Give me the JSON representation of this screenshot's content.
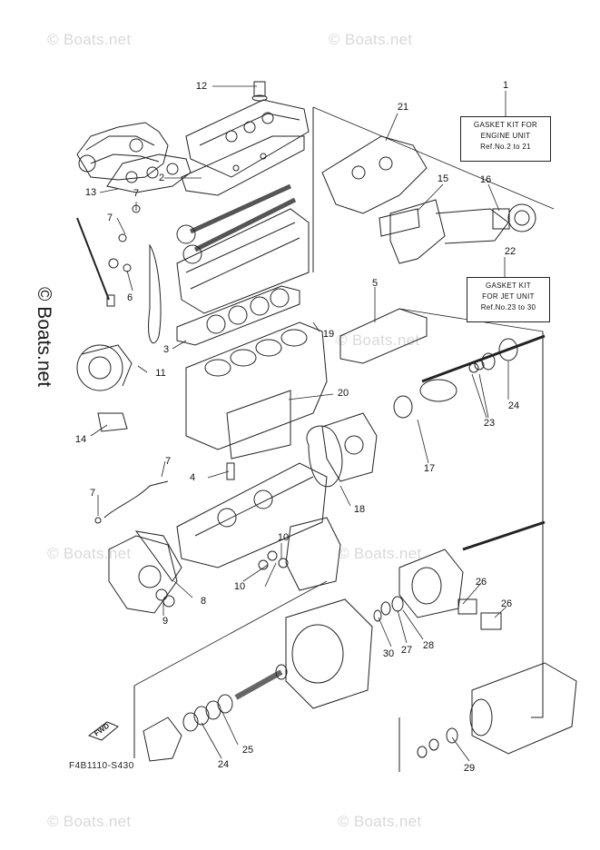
{
  "watermarks": {
    "text": "© Boats.net",
    "large_text": "© Boats.net"
  },
  "kits": {
    "engine": {
      "line1": "GASKET KIT FOR",
      "line2": "ENGINE UNIT",
      "line3": "Ref.No.2 to 21"
    },
    "jet": {
      "line1": "GASKET KIT",
      "line2": "FOR JET UNIT",
      "line3": "Ref.No.23 to 30"
    }
  },
  "callouts": {
    "c1": "1",
    "c2": "2",
    "c3": "3",
    "c4": "4",
    "c5": "5",
    "c6": "6",
    "c7a": "7",
    "c7b": "7",
    "c7c": "7",
    "c7d": "7",
    "c8": "8",
    "c9": "9",
    "c10a": "10",
    "c10b": "10",
    "c11": "11",
    "c12": "12",
    "c13": "13",
    "c14": "14",
    "c15": "15",
    "c16": "16",
    "c17": "17",
    "c18": "18",
    "c19": "19",
    "c20": "20",
    "c21": "21",
    "c22": "22",
    "c23": "23",
    "c24": "24",
    "c25": "25",
    "c26a": "26",
    "c26b": "26",
    "c27": "27",
    "c28": "28",
    "c29": "29",
    "c30": "30",
    "c24b": "24"
  },
  "diagram_code": "F4B1110-S430",
  "fwd_label": "FWD"
}
